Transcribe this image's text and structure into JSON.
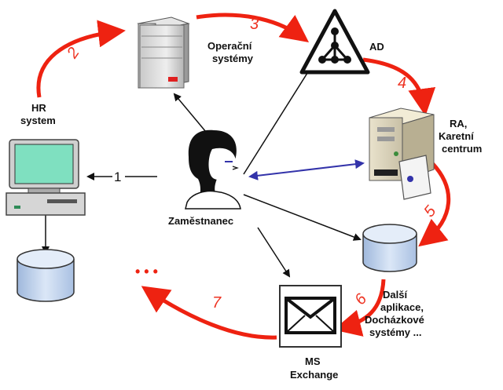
{
  "labels": {
    "os": [
      "Operační",
      "systémy"
    ],
    "ad": "AD",
    "hr": [
      "HR",
      "system"
    ],
    "ra": [
      "RA,",
      "Karetní",
      "centrum"
    ],
    "employee": "Zaměstnanec",
    "other": [
      "Další",
      "aplikace,",
      "Docházkové",
      "systémy ..."
    ],
    "exchange": [
      "MS",
      "Exchange"
    ],
    "ellipsis": "• • •"
  },
  "steps": {
    "s1": "1",
    "s2": "2",
    "s3": "3",
    "s4": "4",
    "s5": "5",
    "s6": "6",
    "s7": "7"
  },
  "colors": {
    "red_arrow": "#ee2211",
    "blue_arrow": "#3333aa",
    "black_arrow": "#111111",
    "cylinder": "#bcd0ea"
  }
}
